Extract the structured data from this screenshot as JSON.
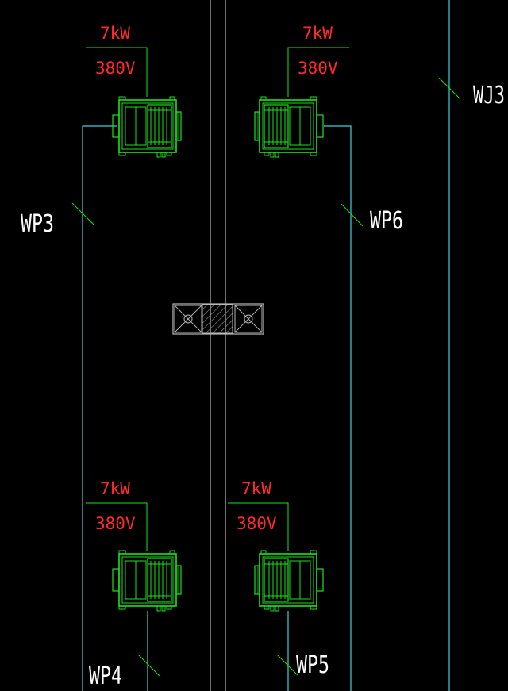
{
  "colors": {
    "background": "#000000",
    "wire": "#3fd0dd",
    "wall": "#b8b8b8",
    "unit": "#19e619",
    "power_text": "#ff2a2a",
    "label_text": "#ffffff",
    "leader": "#19e619"
  },
  "units": [
    {
      "id": "unit-top-left",
      "power": "7kW",
      "voltage": "380V"
    },
    {
      "id": "unit-top-right",
      "power": "7kW",
      "voltage": "380V"
    },
    {
      "id": "unit-bottom-left",
      "power": "7kW",
      "voltage": "380V"
    },
    {
      "id": "unit-bottom-right",
      "power": "7kW",
      "voltage": "380V"
    }
  ],
  "circuits": [
    {
      "id": "wj3",
      "label": "WJ3"
    },
    {
      "id": "wp3",
      "label": "WP3"
    },
    {
      "id": "wp6",
      "label": "WP6"
    },
    {
      "id": "wp4",
      "label": "WP4"
    },
    {
      "id": "wp5",
      "label": "WP5"
    }
  ],
  "center_fixture": {
    "icon": "shaft-grille-icon"
  }
}
